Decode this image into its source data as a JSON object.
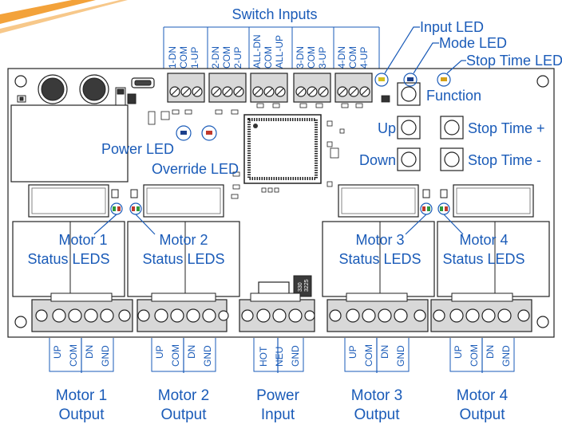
{
  "title": "Switch Inputs",
  "switch_input_pins": {
    "group1": [
      "1-DN",
      "COM",
      "1-UP"
    ],
    "group2": [
      "2-DN",
      "COM",
      "2-UP"
    ],
    "group3": [
      "ALL-DN",
      "COM",
      "ALL-UP"
    ],
    "group4": [
      "3-DN",
      "COM",
      "3-UP"
    ],
    "group5": [
      "4-DN",
      "COM",
      "4-UP"
    ]
  },
  "callouts": {
    "input_led": "Input LED",
    "mode_led": "Mode LED",
    "stop_time_led": "Stop Time LED",
    "function": "Function",
    "up": "Up",
    "down": "Down",
    "stop_time_plus": "Stop Time +",
    "stop_time_minus": "Stop Time -",
    "power_led": "Power LED",
    "override_led": "Override LED"
  },
  "motor_status": [
    {
      "line1": "Motor 1",
      "line2": "Status LEDS"
    },
    {
      "line1": "Motor 2",
      "line2": "Status LEDS"
    },
    {
      "line1": "Motor 3",
      "line2": "Status LEDS"
    },
    {
      "line1": "Motor 4",
      "line2": "Status LEDS"
    }
  ],
  "outputs": [
    {
      "pins": [
        "UP",
        "COM",
        "DN",
        "GND"
      ],
      "line1": "Motor 1",
      "line2": "Output"
    },
    {
      "pins": [
        "UP",
        "COM",
        "DN",
        "GND"
      ],
      "line1": "Motor 2",
      "line2": "Output"
    },
    {
      "pins": [
        "HOT",
        "NEU",
        "GND"
      ],
      "line1": "Power",
      "line2": "Input"
    },
    {
      "pins": [
        "UP",
        "COM",
        "DN",
        "GND"
      ],
      "line1": "Motor 3",
      "line2": "Output"
    },
    {
      "pins": [
        "UP",
        "COM",
        "DN",
        "GND"
      ],
      "line1": "Motor 4",
      "line2": "Output"
    }
  ],
  "inductor_marking": [
    "330",
    "3225"
  ],
  "colors": {
    "label": "#1a5bb8",
    "board_outline": "#222222",
    "power_led": "#1b3f8c",
    "override_led": "#c0392b",
    "input_led": "#d4c020",
    "mode_led": "#1b3f8c",
    "stop_time_led": "#d4a017",
    "stripe": "#f3a23a"
  }
}
